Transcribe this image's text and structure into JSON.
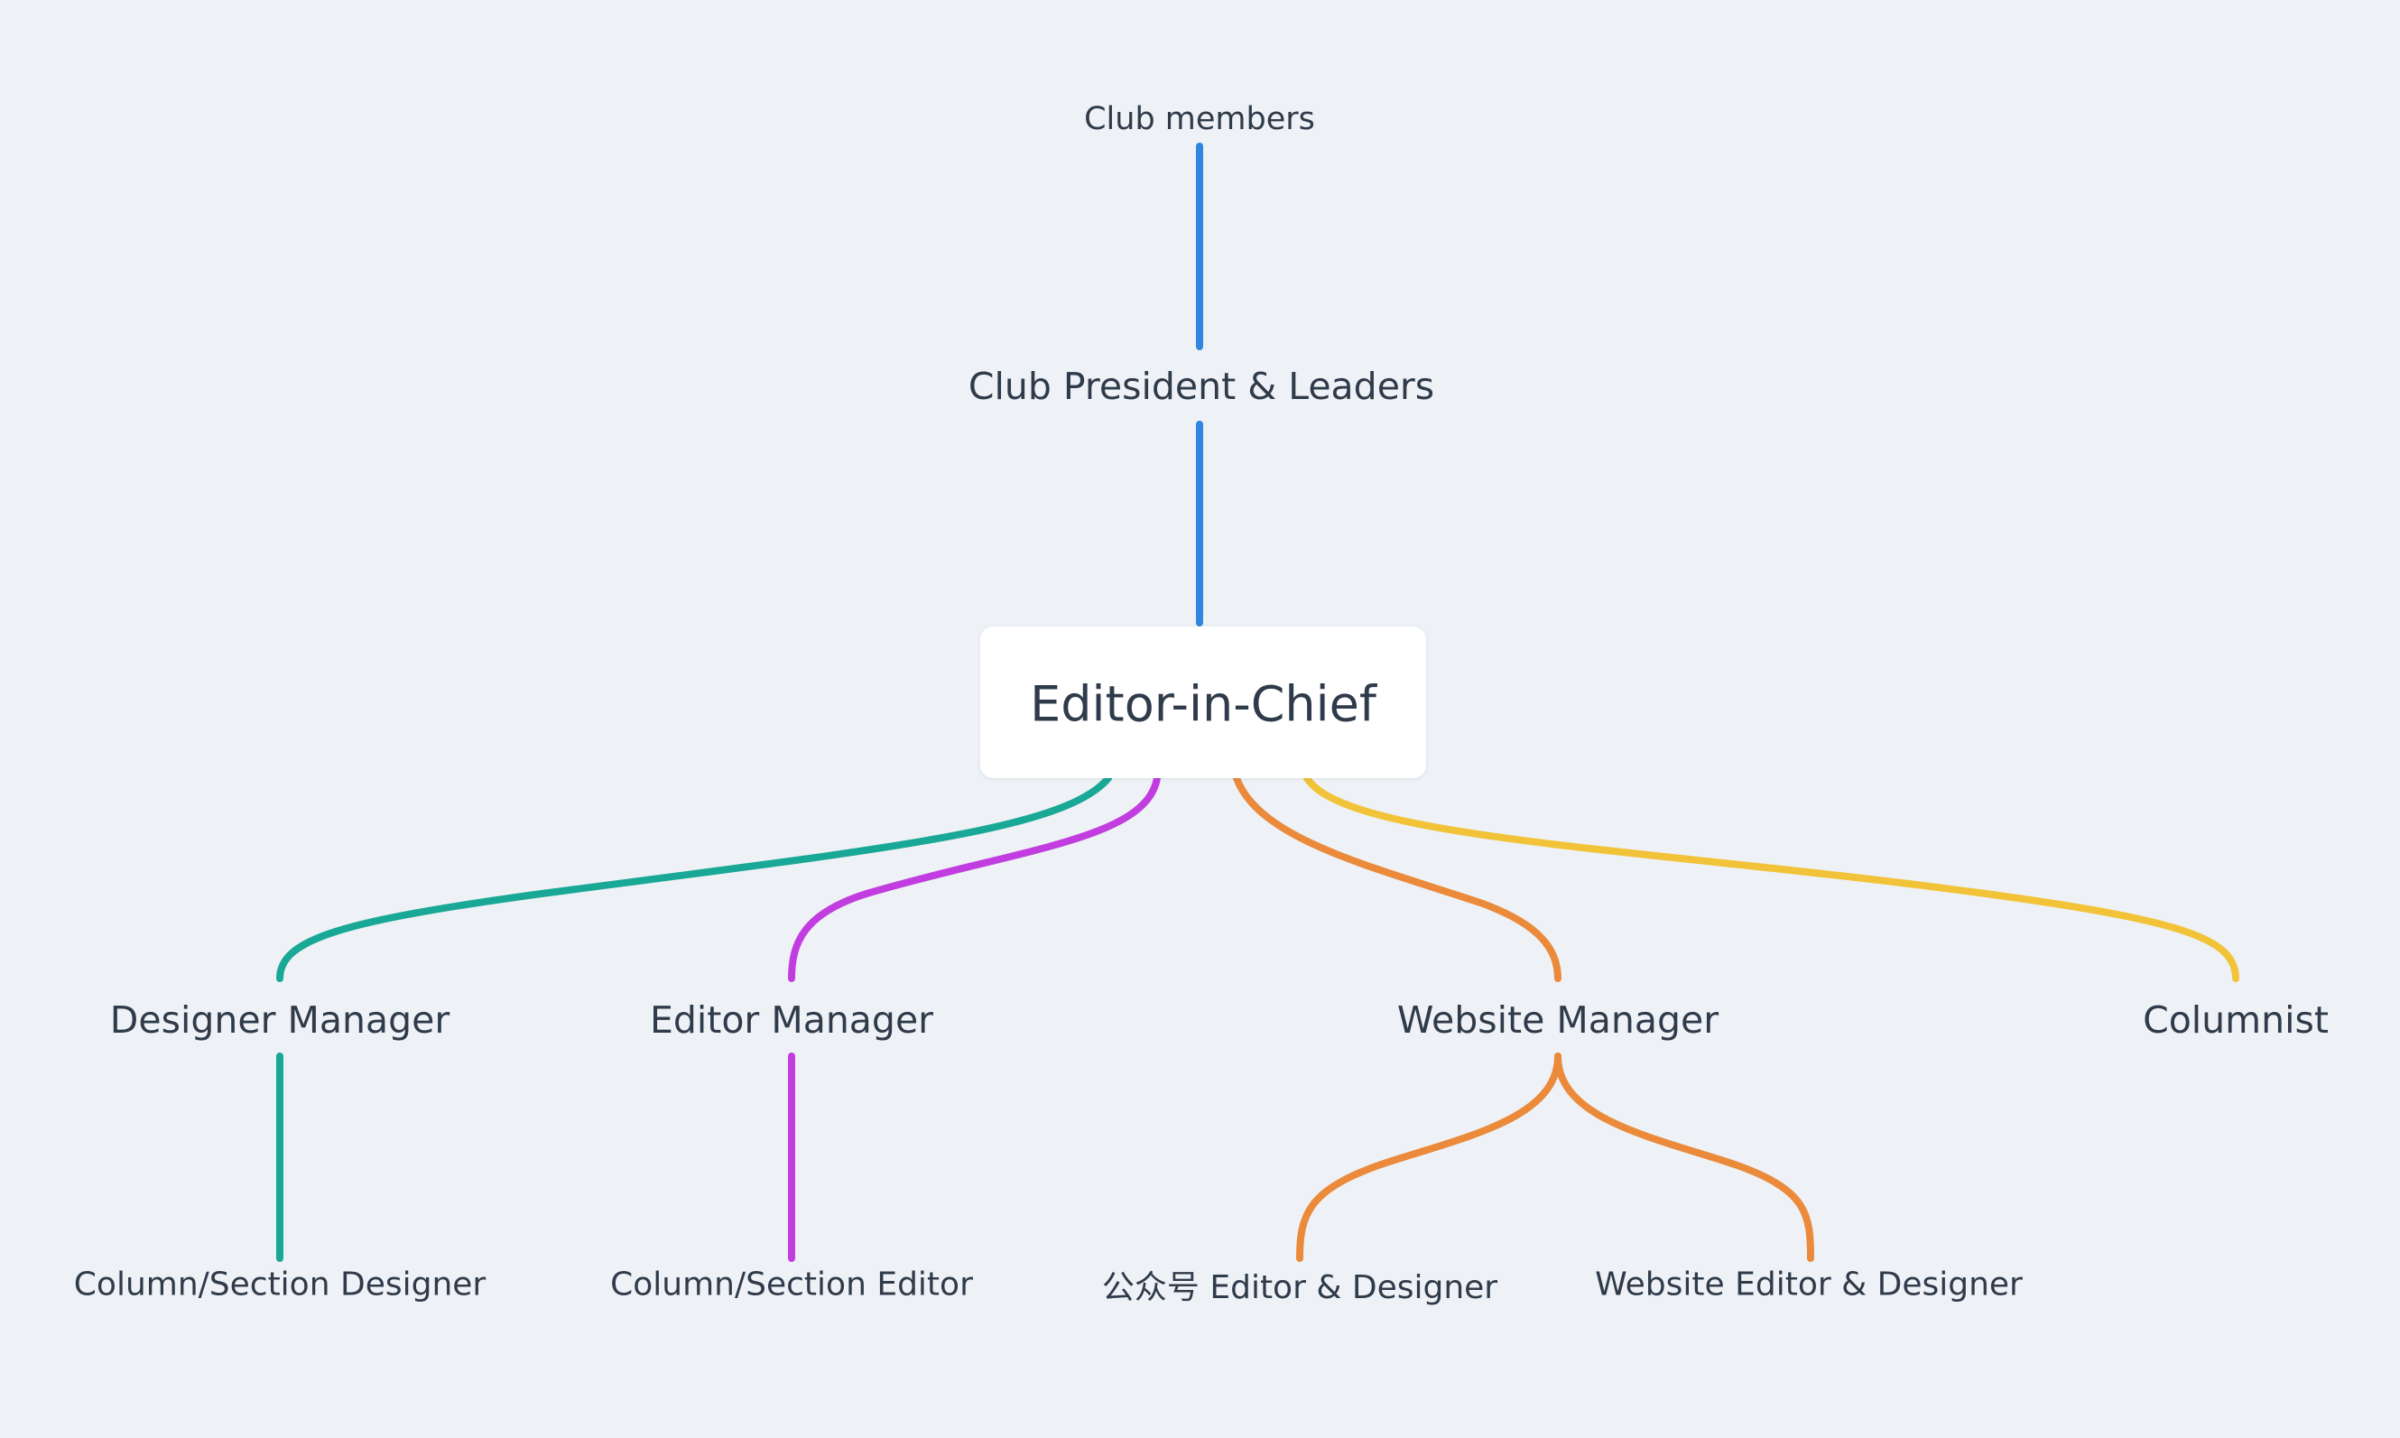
{
  "colors": {
    "background": "#eef2f6",
    "text": "#2f3b4a",
    "root_box": "#ffffff",
    "branch_blue": "#2f86e0",
    "branch_teal": "#1aa896",
    "branch_purple": "#c23de0",
    "branch_orange": "#ea8a3a",
    "branch_yellow": "#f2c338"
  },
  "nodes": {
    "club_members": "Club members",
    "club_president_leaders": "Club President & Leaders",
    "editor_in_chief": "Editor-in-Chief",
    "designer_manager": "Designer Manager",
    "editor_manager": "Editor Manager",
    "website_manager": "Website Manager",
    "columnist": "Columnist",
    "column_section_designer": "Column/Section Designer",
    "column_section_editor": "Column/Section Editor",
    "wechat_editor_designer": "公众号 Editor & Designer",
    "website_editor_designer": "Website Editor & Designer"
  },
  "edges": [
    {
      "from": "club_members",
      "to": "club_president_leaders",
      "color": "branch_blue"
    },
    {
      "from": "club_president_leaders",
      "to": "editor_in_chief",
      "color": "branch_blue"
    },
    {
      "from": "editor_in_chief",
      "to": "designer_manager",
      "color": "branch_teal"
    },
    {
      "from": "editor_in_chief",
      "to": "editor_manager",
      "color": "branch_purple"
    },
    {
      "from": "editor_in_chief",
      "to": "website_manager",
      "color": "branch_orange"
    },
    {
      "from": "editor_in_chief",
      "to": "columnist",
      "color": "branch_yellow"
    },
    {
      "from": "designer_manager",
      "to": "column_section_designer",
      "color": "branch_teal"
    },
    {
      "from": "editor_manager",
      "to": "column_section_editor",
      "color": "branch_purple"
    },
    {
      "from": "website_manager",
      "to": "wechat_editor_designer",
      "color": "branch_orange"
    },
    {
      "from": "website_manager",
      "to": "website_editor_designer",
      "color": "branch_orange"
    }
  ]
}
